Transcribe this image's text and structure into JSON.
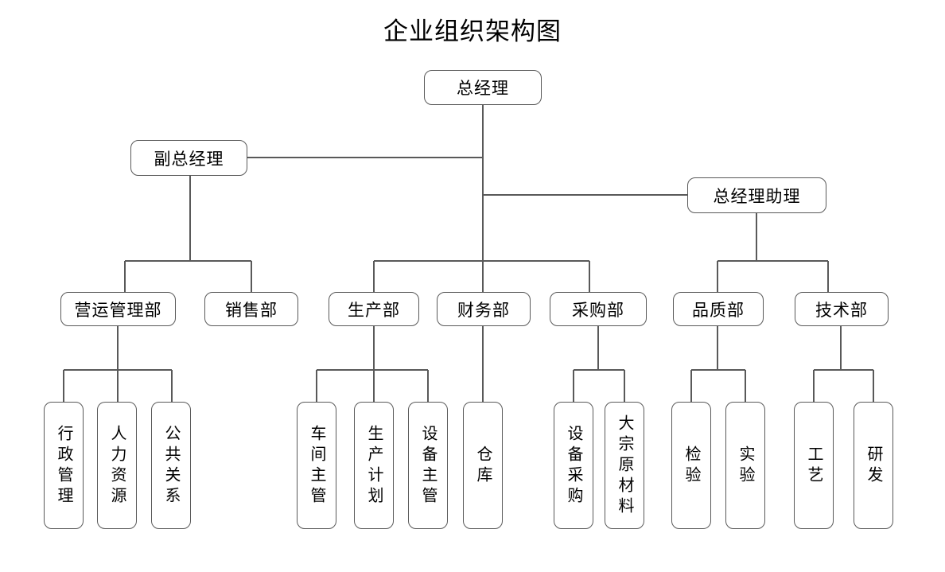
{
  "title": "企业组织架构图",
  "chart_data": {
    "type": "diagram",
    "diagram_kind": "organization-chart",
    "title": "企业组织架构图",
    "orientation": "top-down",
    "node_style": "rounded-rectangle",
    "colors": {
      "node_border": "#595959",
      "node_fill": "#ffffff",
      "connector": "#595959",
      "text": "#000000",
      "background": "#ffffff"
    },
    "levels": [
      {
        "level": 0,
        "nodes": [
          "总经理"
        ]
      },
      {
        "level": 1,
        "nodes": [
          "副总经理",
          "总经理助理"
        ]
      },
      {
        "level": 2,
        "nodes": [
          "营运管理部",
          "销售部",
          "生产部",
          "财务部",
          "采购部",
          "品质部",
          "技术部"
        ]
      },
      {
        "level": 3,
        "nodes": [
          "行政管理",
          "人力资源",
          "公共关系",
          "车间主管",
          "生产计划",
          "设备主管",
          "仓库",
          "设备采购",
          "大宗原材料",
          "检验",
          "实验",
          "工艺",
          "研发"
        ]
      }
    ],
    "edges": [
      {
        "from": "总经理",
        "to": "副总经理"
      },
      {
        "from": "总经理",
        "to": "总经理助理"
      },
      {
        "from": "总经理",
        "to": "生产部"
      },
      {
        "from": "总经理",
        "to": "财务部"
      },
      {
        "from": "总经理",
        "to": "采购部"
      },
      {
        "from": "副总经理",
        "to": "营运管理部"
      },
      {
        "from": "副总经理",
        "to": "销售部"
      },
      {
        "from": "总经理助理",
        "to": "品质部"
      },
      {
        "from": "总经理助理",
        "to": "技术部"
      },
      {
        "from": "营运管理部",
        "to": "行政管理"
      },
      {
        "from": "营运管理部",
        "to": "人力资源"
      },
      {
        "from": "营运管理部",
        "to": "公共关系"
      },
      {
        "from": "生产部",
        "to": "车间主管"
      },
      {
        "from": "生产部",
        "to": "生产计划"
      },
      {
        "from": "生产部",
        "to": "设备主管"
      },
      {
        "from": "财务部",
        "to": "仓库"
      },
      {
        "from": "采购部",
        "to": "设备采购"
      },
      {
        "from": "采购部",
        "to": "大宗原材料"
      },
      {
        "from": "品质部",
        "to": "检验"
      },
      {
        "from": "品质部",
        "to": "实验"
      },
      {
        "from": "技术部",
        "to": "工艺"
      },
      {
        "from": "技术部",
        "to": "研发"
      }
    ]
  },
  "nodes": {
    "general_manager": "总经理",
    "deputy_general_manager": "副总经理",
    "gm_assistant": "总经理助理",
    "operations_dept": "营运管理部",
    "sales_dept": "销售部",
    "production_dept": "生产部",
    "finance_dept": "财务部",
    "procurement_dept": "采购部",
    "quality_dept": "品质部",
    "technology_dept": "技术部",
    "administration": "行政管理",
    "human_resources": "人力资源",
    "public_relations": "公共关系",
    "workshop_supervisor": "车间主管",
    "production_plan": "生产计划",
    "equipment_supervisor": "设备主管",
    "warehouse": "仓库",
    "equipment_purchasing": "设备采购",
    "bulk_raw_materials": "大宗原材料",
    "inspection": "检验",
    "experiment": "实验",
    "process": "工艺",
    "research_development": "研发"
  }
}
